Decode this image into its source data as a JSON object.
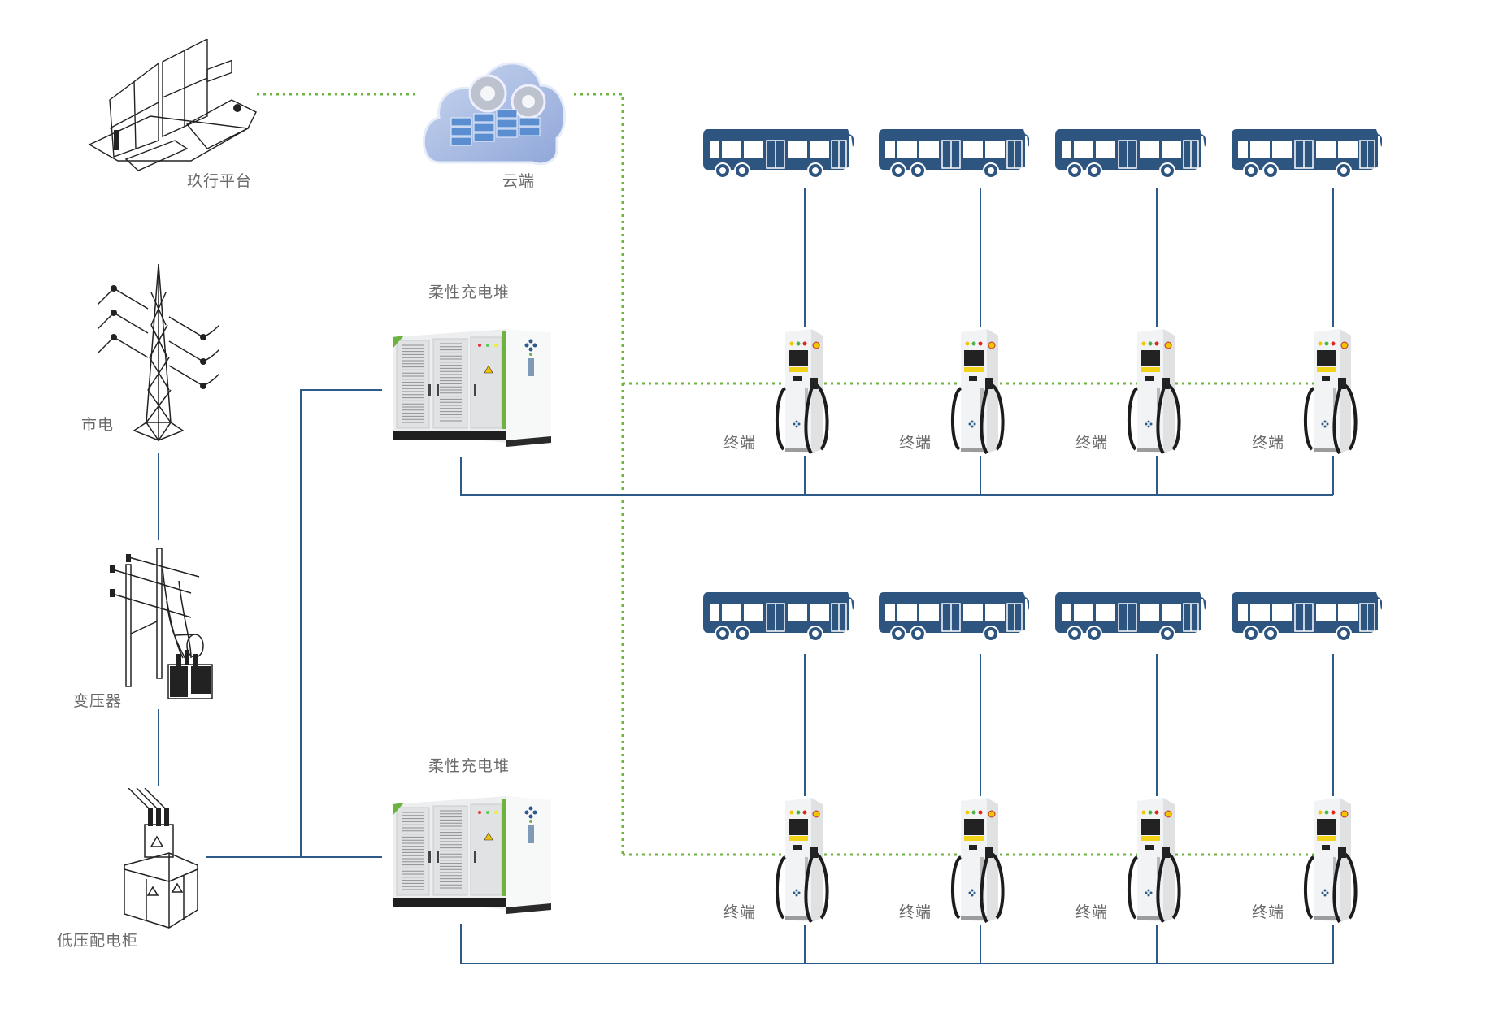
{
  "colors": {
    "power_line": "#2e5a8a",
    "data_line": "#6cb33f",
    "bus": "#2d5580",
    "label_text": "#6a6a6a",
    "cabinet_accent": "#6cb33f"
  },
  "nodes": {
    "platform": {
      "label": "玖行平台",
      "icon": "monitoring-console-icon"
    },
    "cloud": {
      "label": "云端",
      "icon": "cloud-server-icon"
    },
    "grid": {
      "label": "市电",
      "icon": "power-tower-icon"
    },
    "transformer": {
      "label": "变压器",
      "icon": "pole-transformer-icon"
    },
    "distribution_cabinet": {
      "label": "低压配电柜",
      "icon": "distribution-cabinet-icon"
    }
  },
  "charging_stacks": [
    {
      "label": "柔性充电堆",
      "icon": "charging-stack-cabinet-icon"
    },
    {
      "label": "柔性充电堆",
      "icon": "charging-stack-cabinet-icon"
    }
  ],
  "rows": [
    {
      "terminals": [
        {
          "label": "终端"
        },
        {
          "label": "终端"
        },
        {
          "label": "终端"
        },
        {
          "label": "终端"
        }
      ],
      "buses": 4
    },
    {
      "terminals": [
        {
          "label": "终端"
        },
        {
          "label": "终端"
        },
        {
          "label": "终端"
        },
        {
          "label": "终端"
        }
      ],
      "buses": 4
    }
  ],
  "legend": {
    "power_connection": "solid-blue",
    "data_connection": "dotted-green"
  }
}
